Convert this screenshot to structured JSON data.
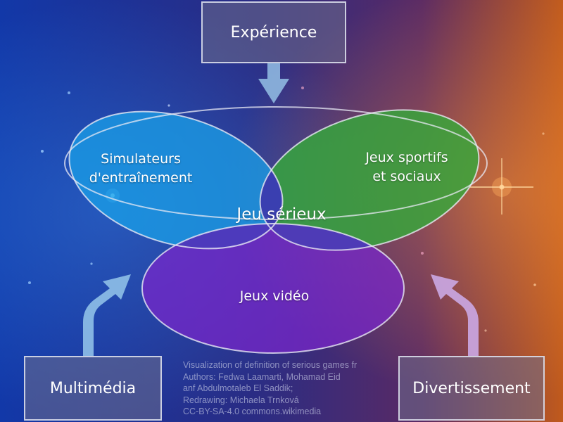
{
  "boxes": {
    "experience": "Expérience",
    "multimedia": "Multimédia",
    "divertissement": "Divertissement"
  },
  "regions": {
    "simulateurs": "Simulateurs\nd'entraînement",
    "sportifs": "Jeux sportifs\net sociaux",
    "center": "Jeu sérieux",
    "video": "Jeux vidéo"
  },
  "credit": [
    "Visualization of definition of serious games fr",
    "Authors: Fedwa Laamarti, Mohamad Eid",
    "anf Abdulmotaleb El Saddik;",
    "Redrawing: Michaela Trnková",
    "CC-BY-SA-4.0 commons.wikimedia"
  ],
  "colors": {
    "background_left": "#1a3aa6",
    "background_mid": "#2a2a7a",
    "background_right": "#b04a1e",
    "ellipse_left": "#1aa6e0",
    "ellipse_right": "#3aaa3a",
    "ellipse_bottom": "#7a2ad0",
    "center": "#3a3aa8",
    "arrow": "#8fb8e0",
    "arrow_right": "#c8a8e0",
    "border": "#e1e4f0"
  }
}
